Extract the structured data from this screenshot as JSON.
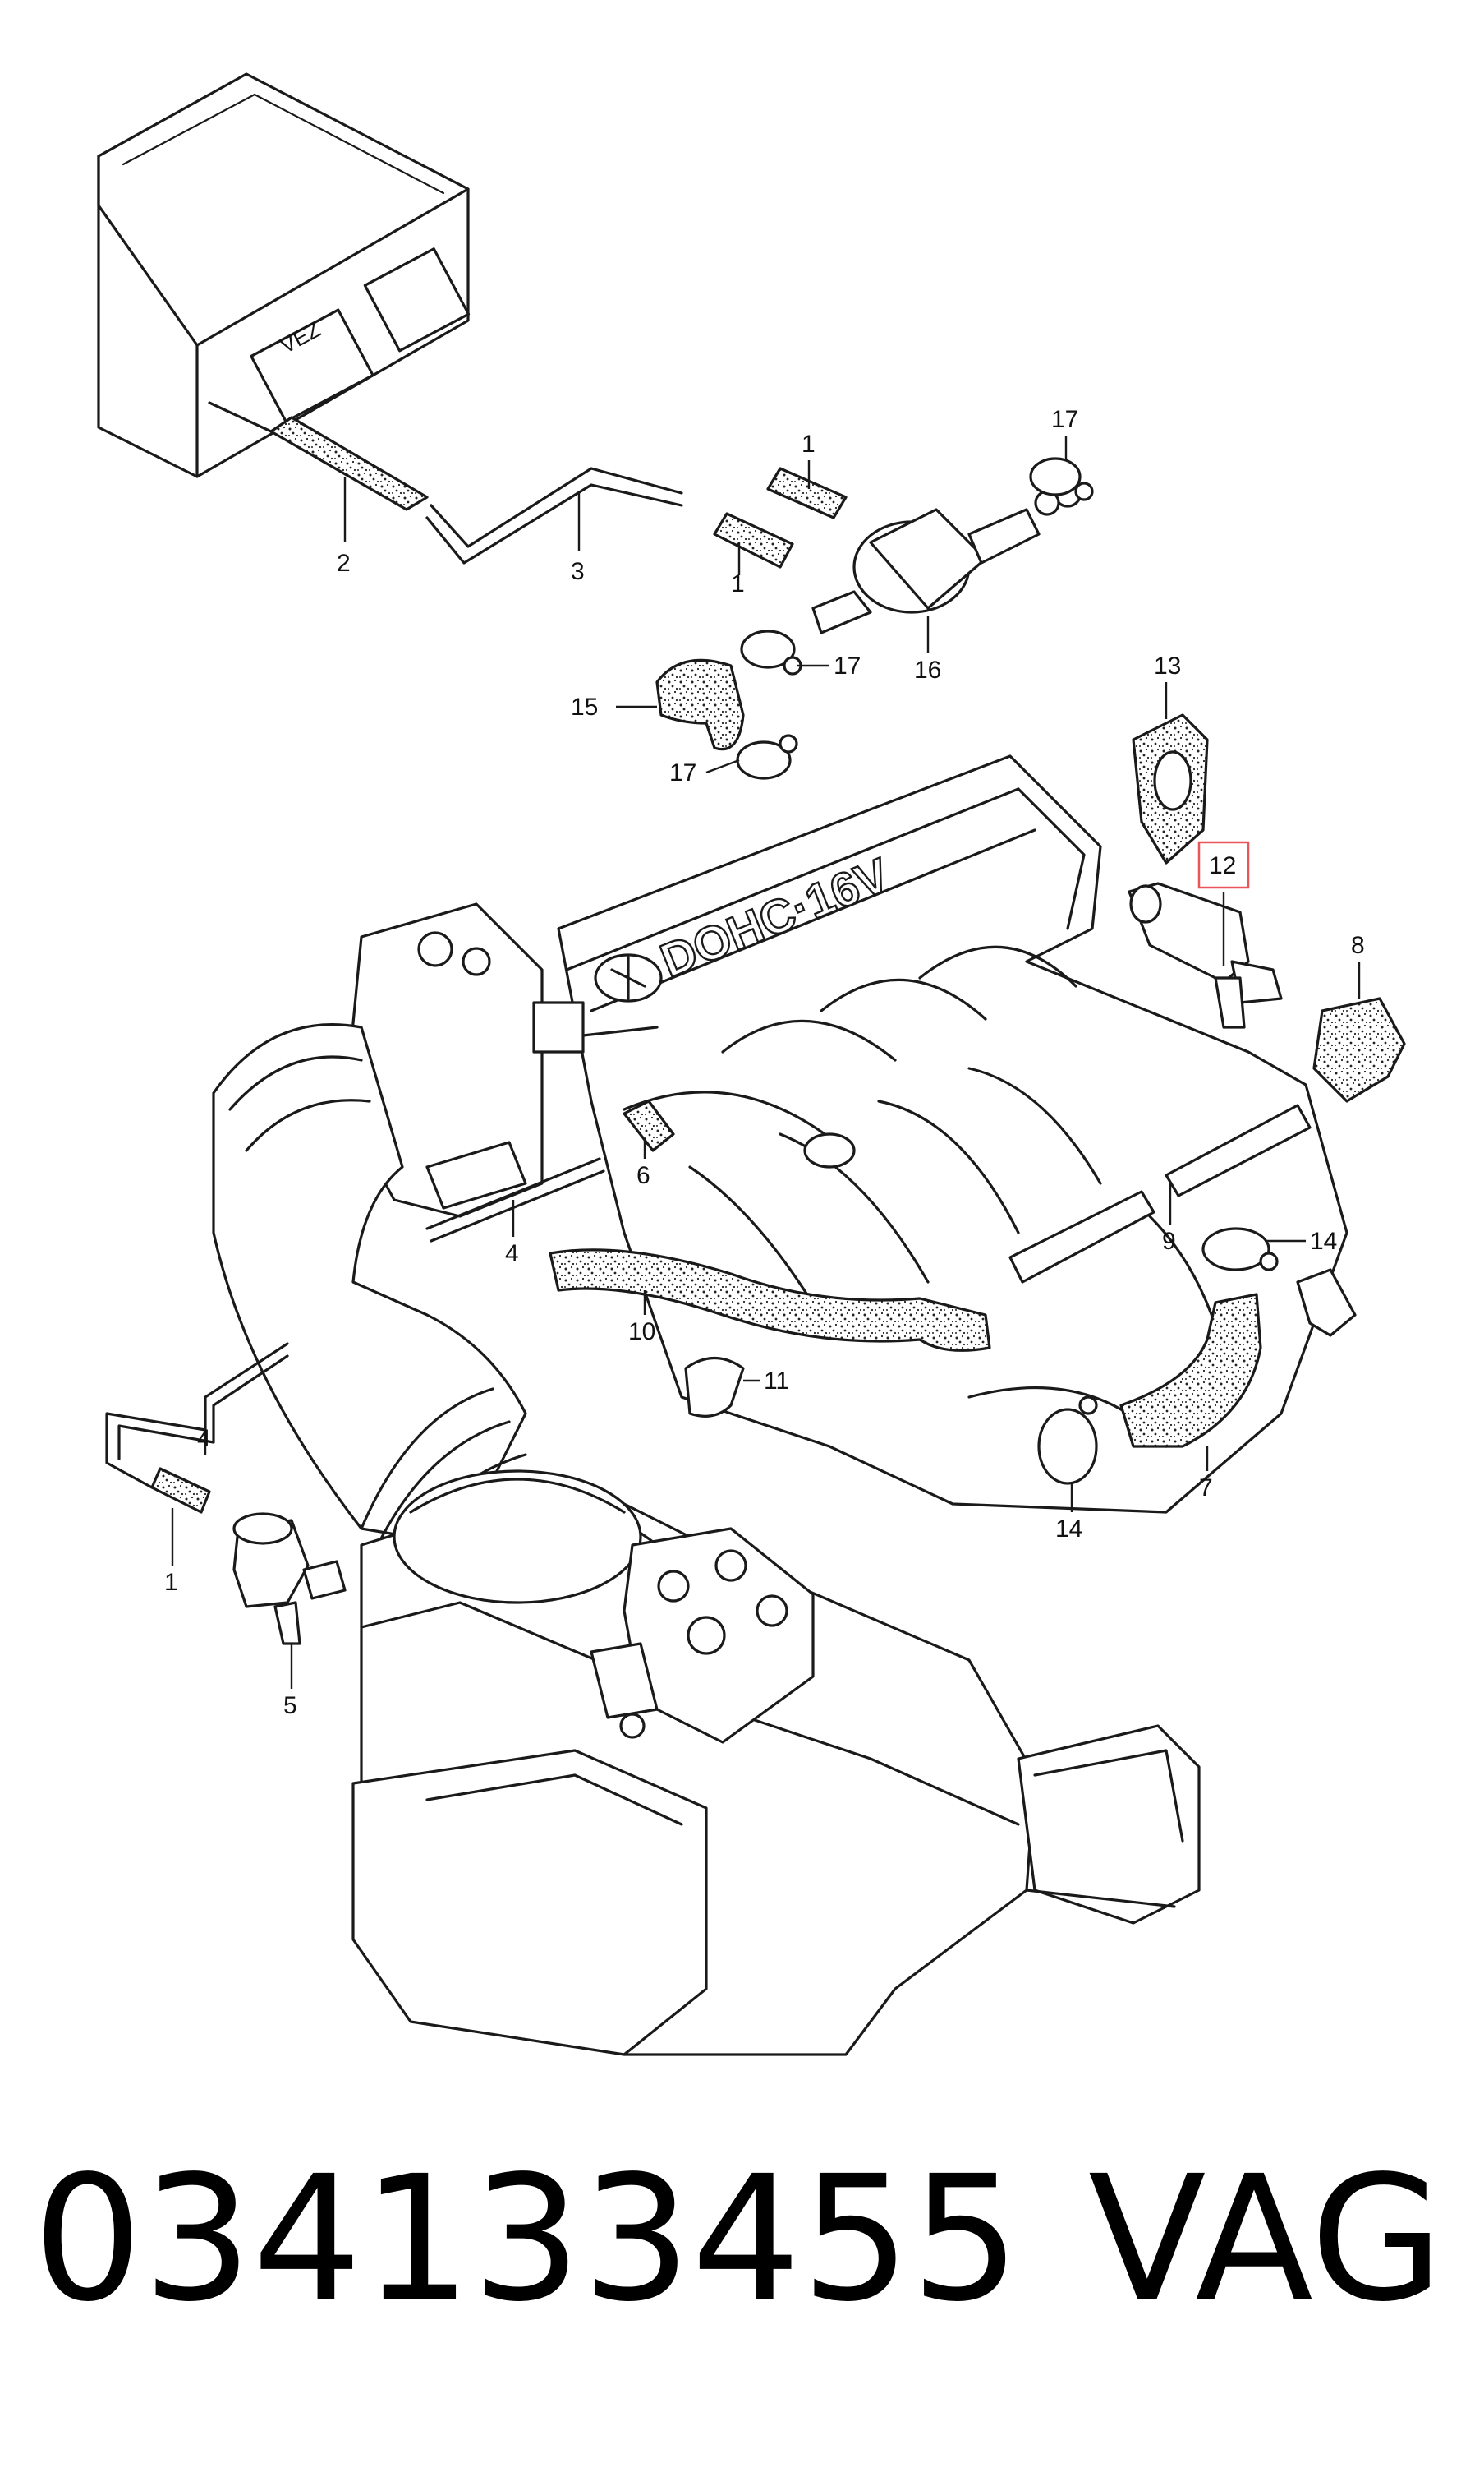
{
  "diagram": {
    "emboss_text": "DOHC·16V",
    "module_label": "VEZ",
    "callouts": [
      {
        "id": "c1a",
        "label": "1"
      },
      {
        "id": "c1b",
        "label": "1"
      },
      {
        "id": "c1c",
        "label": "1"
      },
      {
        "id": "c2",
        "label": "2"
      },
      {
        "id": "c3",
        "label": "3"
      },
      {
        "id": "c4a",
        "label": "4"
      },
      {
        "id": "c4b",
        "label": "4"
      },
      {
        "id": "c5",
        "label": "5"
      },
      {
        "id": "c6",
        "label": "6"
      },
      {
        "id": "c7",
        "label": "7"
      },
      {
        "id": "c8",
        "label": "8"
      },
      {
        "id": "c9",
        "label": "9"
      },
      {
        "id": "c10",
        "label": "10"
      },
      {
        "id": "c11",
        "label": "11"
      },
      {
        "id": "c12",
        "label": "12",
        "highlighted": true
      },
      {
        "id": "c13",
        "label": "13"
      },
      {
        "id": "c14a",
        "label": "14"
      },
      {
        "id": "c14b",
        "label": "14"
      },
      {
        "id": "c15",
        "label": "15"
      },
      {
        "id": "c16",
        "label": "16"
      },
      {
        "id": "c17a",
        "label": "17"
      },
      {
        "id": "c17b",
        "label": "17"
      },
      {
        "id": "c17c",
        "label": "17"
      }
    ],
    "highlight_color": "#e8555b"
  },
  "caption": {
    "part_number": "034133455",
    "brand": "VAG"
  }
}
